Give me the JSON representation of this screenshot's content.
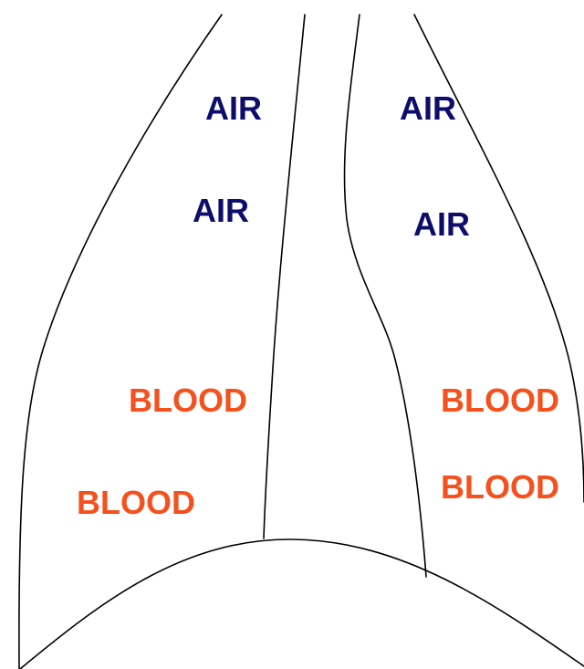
{
  "colors": {
    "air": "#0d0d6b",
    "blood": "#f4511e",
    "outline": "#000000",
    "background": "#ffffff"
  },
  "labels": {
    "air_left_upper": "AIR",
    "air_left_lower": "AIR",
    "air_right_upper": "AIR",
    "air_right_lower": "AIR",
    "blood_left_upper": "BLOOD",
    "blood_left_lower": "BLOOD",
    "blood_right_upper": "BLOOD",
    "blood_right_lower": "BLOOD"
  }
}
